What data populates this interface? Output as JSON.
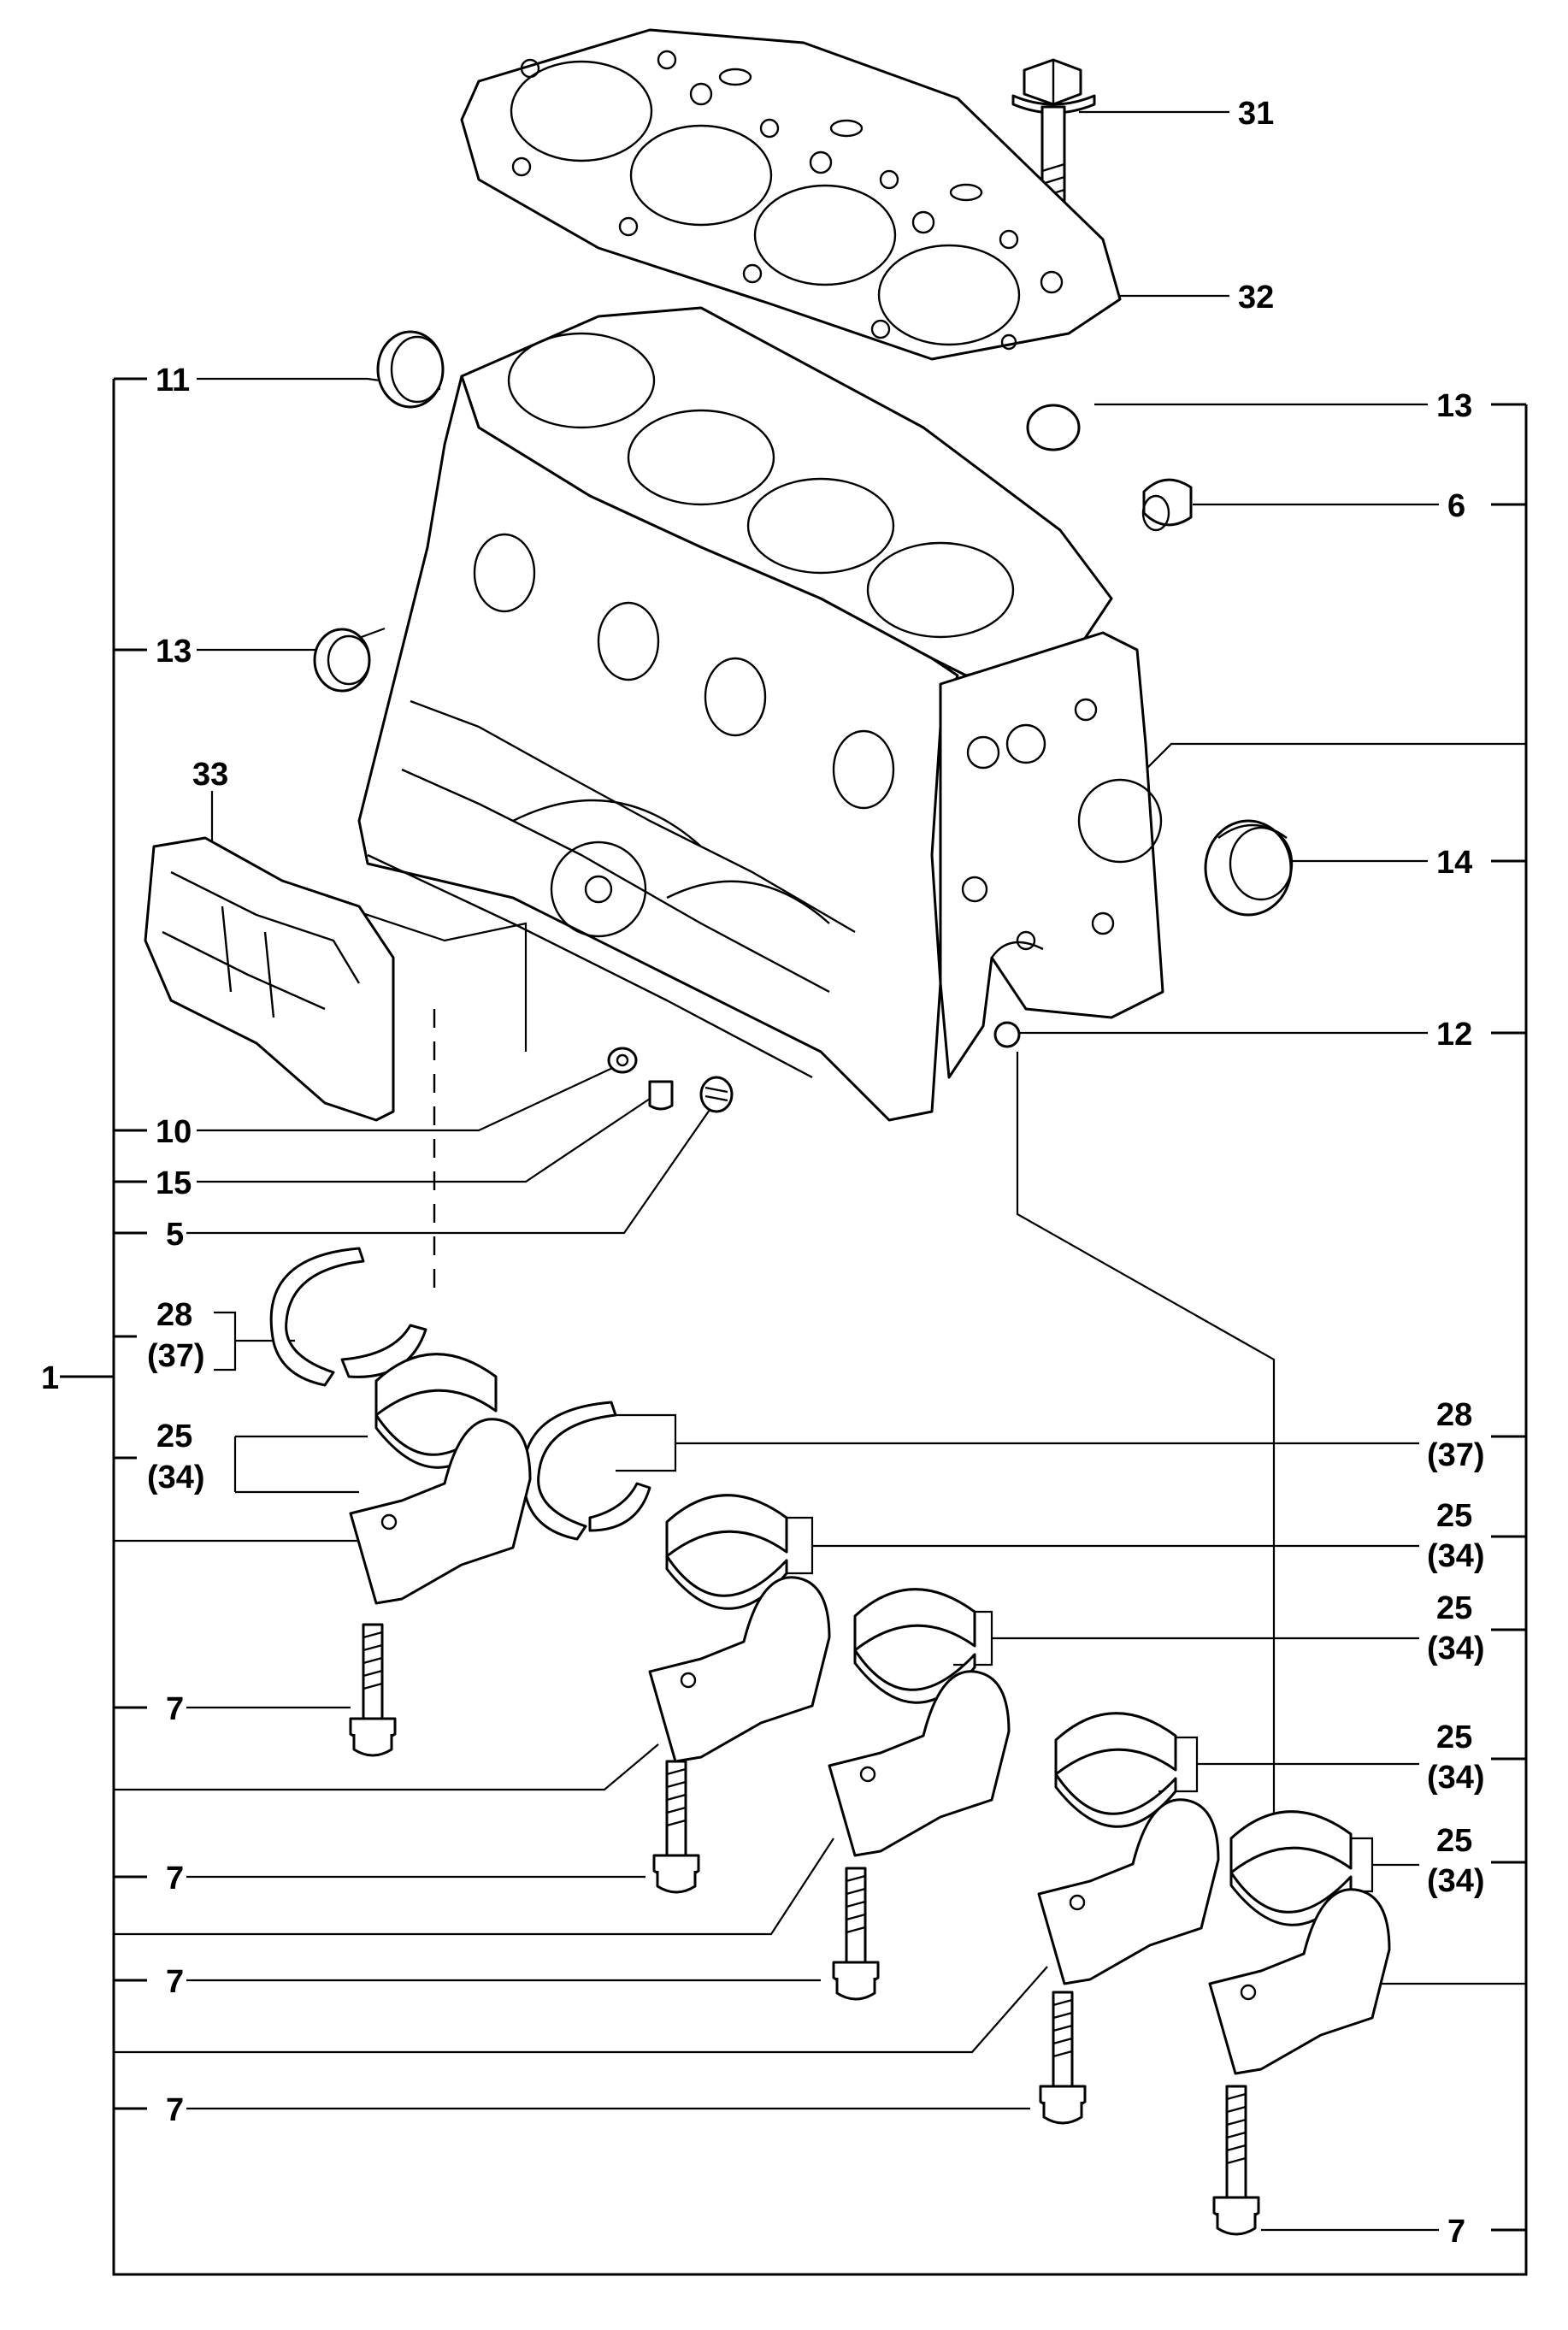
{
  "callouts": {
    "c1": "1",
    "c5": "5",
    "c6": "6",
    "c7": "7",
    "c10": "10",
    "c11": "11",
    "c12": "12",
    "c13": "13",
    "c14": "14",
    "c15": "15",
    "c25": "25",
    "c34": "(34)",
    "c28": "28",
    "c37": "(37)",
    "c31": "31",
    "c32": "32",
    "c33": "33"
  }
}
